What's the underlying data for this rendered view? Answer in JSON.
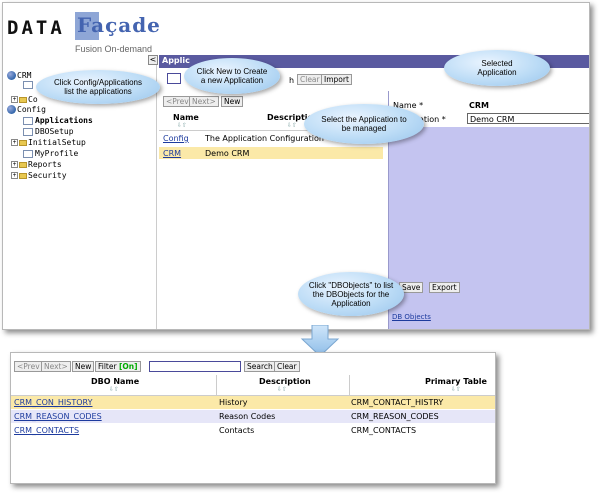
{
  "logo": {
    "word1": "DATA",
    "word2": "Façade",
    "subtitle": "Fusion On-demand"
  },
  "sidebar": {
    "collapse": "<",
    "items": [
      {
        "label": "CRM"
      },
      {
        "label": "Co"
      },
      {
        "label": "Config"
      },
      {
        "label": "Applications"
      },
      {
        "label": "DBOSetup"
      },
      {
        "label": "InitialSetup"
      },
      {
        "label": "MyProfile"
      },
      {
        "label": "Reports"
      },
      {
        "label": "Security"
      }
    ]
  },
  "main": {
    "title": "Applic",
    "toolbar": {
      "search_fragment": "h",
      "clear": "Clear",
      "import": "Import",
      "prev": "<Prev",
      "next": "Next>",
      "new": "New"
    },
    "columns": [
      "Name",
      "Descriptio"
    ],
    "rows": [
      {
        "name": "Config",
        "description": "The Application Configuration"
      },
      {
        "name": "CRM",
        "description": "Demo CRM"
      }
    ]
  },
  "detail": {
    "name_label": "Name *",
    "name_value": "CRM",
    "desc_label": "ation *",
    "desc_value": "Demo CRM",
    "save": "Save",
    "export": "Export",
    "dbobjects_link": "DB Objects"
  },
  "callouts": {
    "config": "Click Config/Applications list the applications",
    "new": "Click New to Create a new Application",
    "selected": "Selected Application",
    "select": "Select the Application to be managed",
    "dbobjects": "Click \"DBObjects\" to list the DBObjects for the Application"
  },
  "bottom": {
    "toolbar": {
      "prev": "<Prev",
      "next": "Next>",
      "new": "New",
      "filter": "Filter",
      "filter_state": "[On]",
      "search": "Search",
      "clear": "Clear"
    },
    "columns": [
      "DBO Name",
      "Description",
      "Primary Table"
    ],
    "rows": [
      {
        "name": "CRM_CON_HISTORY",
        "description": "History",
        "table": "CRM_CONTACT_HISTRY"
      },
      {
        "name": "CRM_REASON_CODES",
        "description": "Reason Codes",
        "table": "CRM_REASON_CODES"
      },
      {
        "name": "CRM_CONTACTS",
        "description": "Contacts",
        "table": "CRM_CONTACTS"
      }
    ]
  },
  "colors": {
    "header": "#5a5aa0",
    "detail_bg": "#c4c4f0",
    "selected_row": "#fbe9a8",
    "alt_row": "#e6e6f8",
    "link": "#1d3b9e"
  }
}
